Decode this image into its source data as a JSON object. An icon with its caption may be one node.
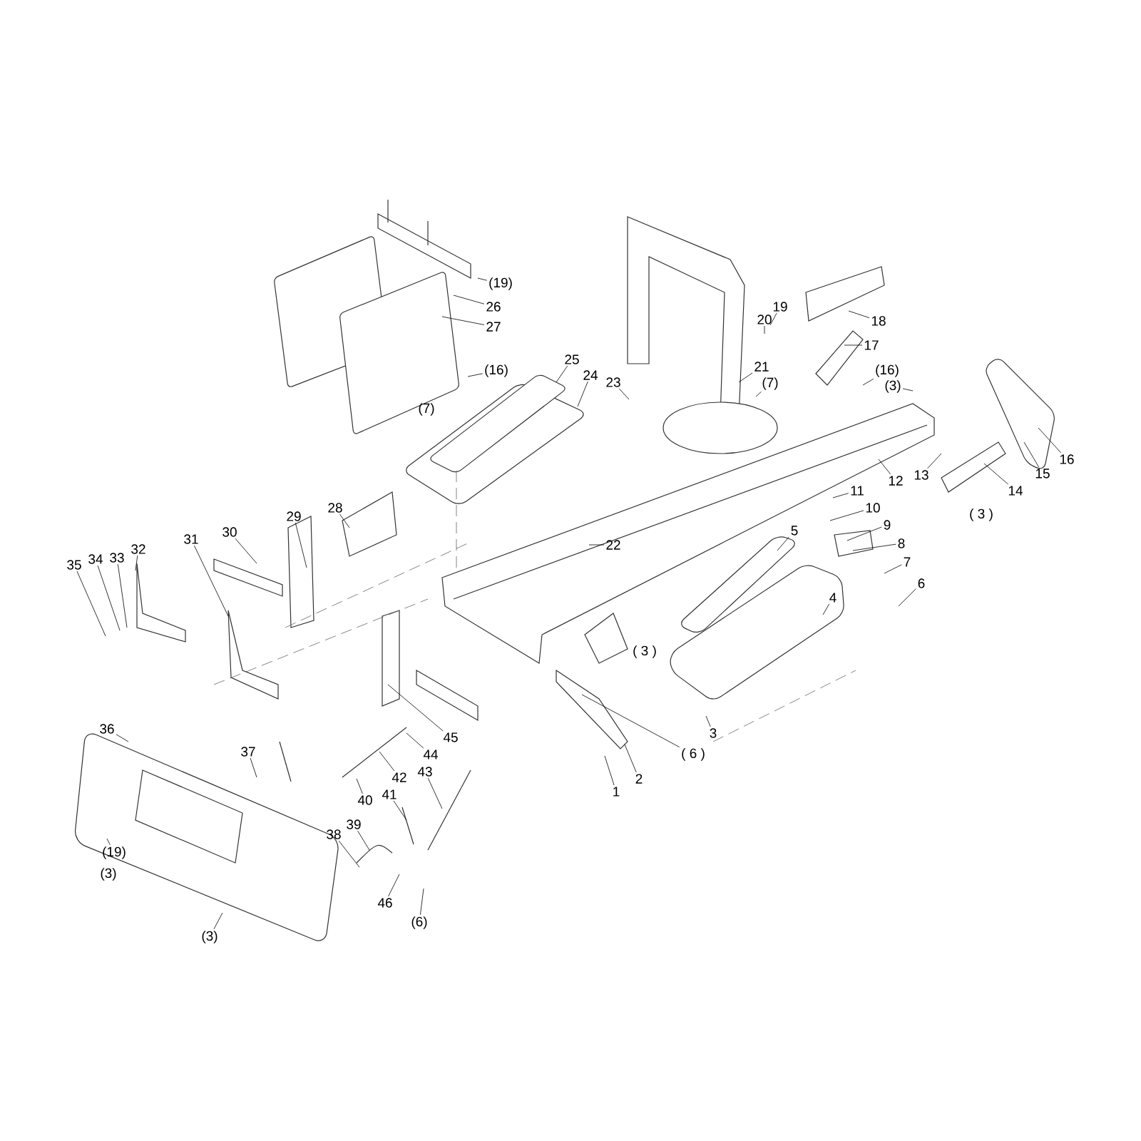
{
  "diagram": {
    "nodes": [
      {
        "text": [
          "(19)"
        ]
      },
      {
        "text": [
          "26"
        ]
      },
      {
        "text": [
          "27"
        ]
      },
      {
        "text": [
          "19"
        ]
      },
      {
        "text": [
          "20"
        ]
      },
      {
        "text": [
          "18"
        ]
      },
      {
        "text": [
          "17"
        ]
      },
      {
        "text": [
          "25"
        ]
      },
      {
        "text": [
          "(16)"
        ]
      },
      {
        "text": [
          "24"
        ]
      },
      {
        "text": [
          "21"
        ]
      },
      {
        "text": [
          "(16)"
        ]
      },
      {
        "text": [
          "23"
        ]
      },
      {
        "text": [
          "(7)"
        ]
      },
      {
        "text": [
          "(3)"
        ]
      },
      {
        "text": [
          "16"
        ]
      },
      {
        "text": [
          "15"
        ]
      },
      {
        "text": [
          "13"
        ]
      },
      {
        "text": [
          "12"
        ]
      },
      {
        "text": [
          "14"
        ]
      },
      {
        "text": [
          "11"
        ]
      },
      {
        "text": [
          "10"
        ]
      },
      {
        "text": [
          "9"
        ]
      },
      {
        "text": [
          "28"
        ]
      },
      {
        "text": [
          "29"
        ]
      },
      {
        "text": [
          "30"
        ]
      },
      {
        "text": [
          "31"
        ]
      },
      {
        "text": [
          "32"
        ]
      },
      {
        "text": [
          "33"
        ]
      },
      {
        "text": [
          "34"
        ]
      },
      {
        "text": [
          "35"
        ]
      },
      {
        "text": [
          "5"
        ]
      },
      {
        "text": [
          "8"
        ]
      },
      {
        "text": [
          "22"
        ]
      },
      {
        "text": [
          "7"
        ]
      },
      {
        "text": [
          "6"
        ]
      },
      {
        "text": [
          "4"
        ]
      },
      {
        "text": [
          "3"
        ]
      },
      {
        "text": [
          "36"
        ]
      },
      {
        "text": [
          "45"
        ]
      },
      {
        "text": [
          "37"
        ]
      },
      {
        "text": [
          "( 6 )"
        ]
      },
      {
        "text": [
          "44"
        ]
      },
      {
        "text": [
          "43"
        ]
      },
      {
        "text": [
          "42"
        ]
      },
      {
        "text": [
          "2"
        ]
      },
      {
        "text": [
          "1"
        ]
      },
      {
        "text": [
          "40"
        ]
      },
      {
        "text": [
          "41"
        ]
      },
      {
        "text": [
          "39"
        ]
      },
      {
        "text": [
          "38"
        ]
      },
      {
        "text": [
          "(19)"
        ]
      },
      {
        "text": [
          "46"
        ]
      },
      {
        "text": [
          "(6)"
        ]
      },
      {
        "text": [
          "(3)"
        ]
      }
    ],
    "edges": [
      {
        "from": 0,
        "to": null,
        "arrow": "none"
      },
      {
        "from": 1,
        "to": null,
        "arrow": "none"
      },
      {
        "from": 2,
        "to": null,
        "arrow": "none"
      },
      {
        "from": 3,
        "to": null,
        "arrow": "none"
      },
      {
        "from": 4,
        "to": null,
        "arrow": "none"
      },
      {
        "from": 5,
        "to": null,
        "arrow": "none"
      },
      {
        "from": 6,
        "to": null,
        "arrow": "none"
      },
      {
        "from": 7,
        "to": null,
        "arrow": "none"
      },
      {
        "from": 8,
        "to": null,
        "arrow": "none"
      },
      {
        "from": 9,
        "to": null,
        "arrow": "none"
      },
      {
        "from": 10,
        "to": null,
        "arrow": "none"
      },
      {
        "from": 11,
        "to": null,
        "arrow": "none"
      },
      {
        "from": 12,
        "to": null,
        "arrow": "none"
      },
      {
        "from": 13,
        "to": null,
        "arrow": "none"
      },
      {
        "from": 14,
        "to": null,
        "arrow": "none"
      },
      {
        "from": 15,
        "to": null,
        "arrow": "none"
      },
      {
        "from": 16,
        "to": null,
        "arrow": "none"
      },
      {
        "from": 17,
        "to": null,
        "arrow": "none"
      },
      {
        "from": 18,
        "to": null,
        "arrow": "none"
      },
      {
        "from": 19,
        "to": null,
        "arrow": "none"
      },
      {
        "from": 20,
        "to": null,
        "arrow": "none"
      },
      {
        "from": 21,
        "to": null,
        "arrow": "none"
      },
      {
        "from": 22,
        "to": null,
        "arrow": "none"
      },
      {
        "from": 23,
        "to": null,
        "arrow": "none"
      },
      {
        "from": 24,
        "to": null,
        "arrow": "none"
      },
      {
        "from": 25,
        "to": null,
        "arrow": "none"
      },
      {
        "from": 26,
        "to": null,
        "arrow": "none"
      },
      {
        "from": 27,
        "to": null,
        "arrow": "none"
      },
      {
        "from": 28,
        "to": null,
        "arrow": "none"
      },
      {
        "from": 29,
        "to": null,
        "arrow": "none"
      },
      {
        "from": 30,
        "to": null,
        "arrow": "none"
      },
      {
        "from": 31,
        "to": null,
        "arrow": "none"
      },
      {
        "from": 32,
        "to": null,
        "arrow": "none"
      },
      {
        "from": 33,
        "to": null,
        "arrow": "none"
      },
      {
        "from": 34,
        "to": null,
        "arrow": "none"
      },
      {
        "from": 35,
        "to": null,
        "arrow": "none"
      },
      {
        "from": 36,
        "to": null,
        "arrow": "none"
      },
      {
        "from": 37,
        "to": null,
        "arrow": "none"
      },
      {
        "from": 38,
        "to": null,
        "arrow": "none"
      },
      {
        "from": 39,
        "to": null,
        "arrow": "none"
      },
      {
        "from": 40,
        "to": null,
        "arrow": "none"
      },
      {
        "from": 41,
        "to": null,
        "arrow": "none"
      },
      {
        "from": 42,
        "to": null,
        "arrow": "none"
      },
      {
        "from": 43,
        "to": null,
        "arrow": "none"
      },
      {
        "from": 44,
        "to": null,
        "arrow": "none"
      },
      {
        "from": 45,
        "to": null,
        "arrow": "none"
      },
      {
        "from": 46,
        "to": null,
        "arrow": "none"
      },
      {
        "from": 47,
        "to": null,
        "arrow": "none"
      },
      {
        "from": 48,
        "to": null,
        "arrow": "none"
      },
      {
        "from": 49,
        "to": null,
        "arrow": "none"
      },
      {
        "from": 50,
        "to": null,
        "arrow": "none"
      },
      {
        "from": 51,
        "to": null,
        "arrow": "none"
      },
      {
        "from": 52,
        "to": null,
        "arrow": "none"
      },
      {
        "from": 53,
        "to": null,
        "arrow": "none"
      },
      {
        "from": 54,
        "to": null,
        "arrow": "none"
      }
    ],
    "labels": [
      "(7)",
      "( 3 )",
      "( 3 )",
      "(3)"
    ]
  }
}
